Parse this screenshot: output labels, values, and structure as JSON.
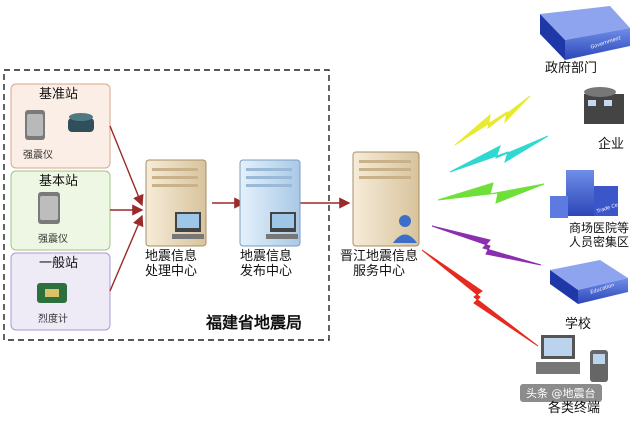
{
  "stations": [
    {
      "title": "基准站",
      "device": "强震仪"
    },
    {
      "title": "基本站",
      "device": "强震仪"
    },
    {
      "title": "一般站",
      "device": "烈度计"
    }
  ],
  "bureau": "福建省地震局",
  "centers": {
    "processing": [
      "地震信息",
      "处理中心"
    ],
    "release": [
      "地震信息",
      "发布中心"
    ],
    "service": [
      "晋江地震信息",
      "服务中心"
    ]
  },
  "targets": [
    {
      "label": [
        "政府部门"
      ],
      "tag": "Government",
      "bolt_color": "#e8ea2e"
    },
    {
      "label": [
        "企业"
      ],
      "tag": "",
      "bolt_color": "#2fd8d0"
    },
    {
      "label": [
        "商场医院等",
        "人员密集区"
      ],
      "tag": "Trade Center",
      "bolt_color": "#6fe03a"
    },
    {
      "label": [
        "学校"
      ],
      "tag": "Education",
      "bolt_color": "#8a2fb0"
    },
    {
      "label": [
        "各类终端"
      ],
      "tag": "",
      "bolt_color": "#e52a1f"
    }
  ],
  "watermark": "头条 @地震台"
}
